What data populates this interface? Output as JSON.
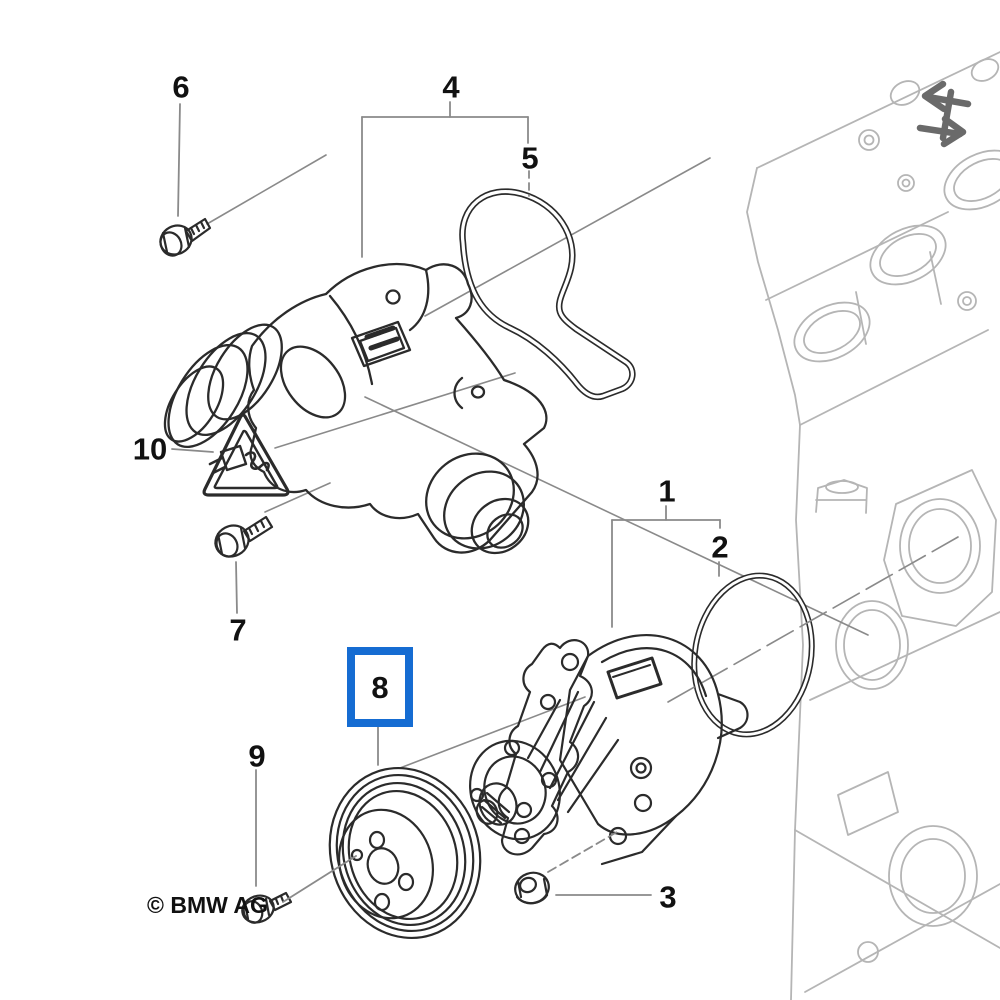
{
  "diagram": {
    "copyright": "© BMW AG",
    "callouts": {
      "c1": "1",
      "c2": "2",
      "c3": "3",
      "c4": "4",
      "c5": "5",
      "c6": "6",
      "c7": "7",
      "c8": "8",
      "c9": "9",
      "c10": "10"
    },
    "highlighted_part": "8",
    "parts": {
      "p1": "water pump",
      "p2": "o-ring",
      "p3": "nut",
      "p4": "thermostat housing assembly",
      "p5": "profile gasket",
      "p6": "bolt",
      "p7": "bolt",
      "p8": "pulley",
      "p9": "bolt",
      "p10": "electrical connector warning"
    },
    "icons": {
      "direction_arrows": "direction-arrows-icon",
      "warning_triangle": "electrical-connector-warning-icon"
    },
    "colors": {
      "background": "#ffffff",
      "part_line": "#2b2b2b",
      "engine_block_line": "#b5b5b5",
      "leader_line": "#8a8a8a",
      "direction_arrow": "#6a6a6a",
      "highlight_box": "#156cd2",
      "label_text": "#111111"
    }
  }
}
